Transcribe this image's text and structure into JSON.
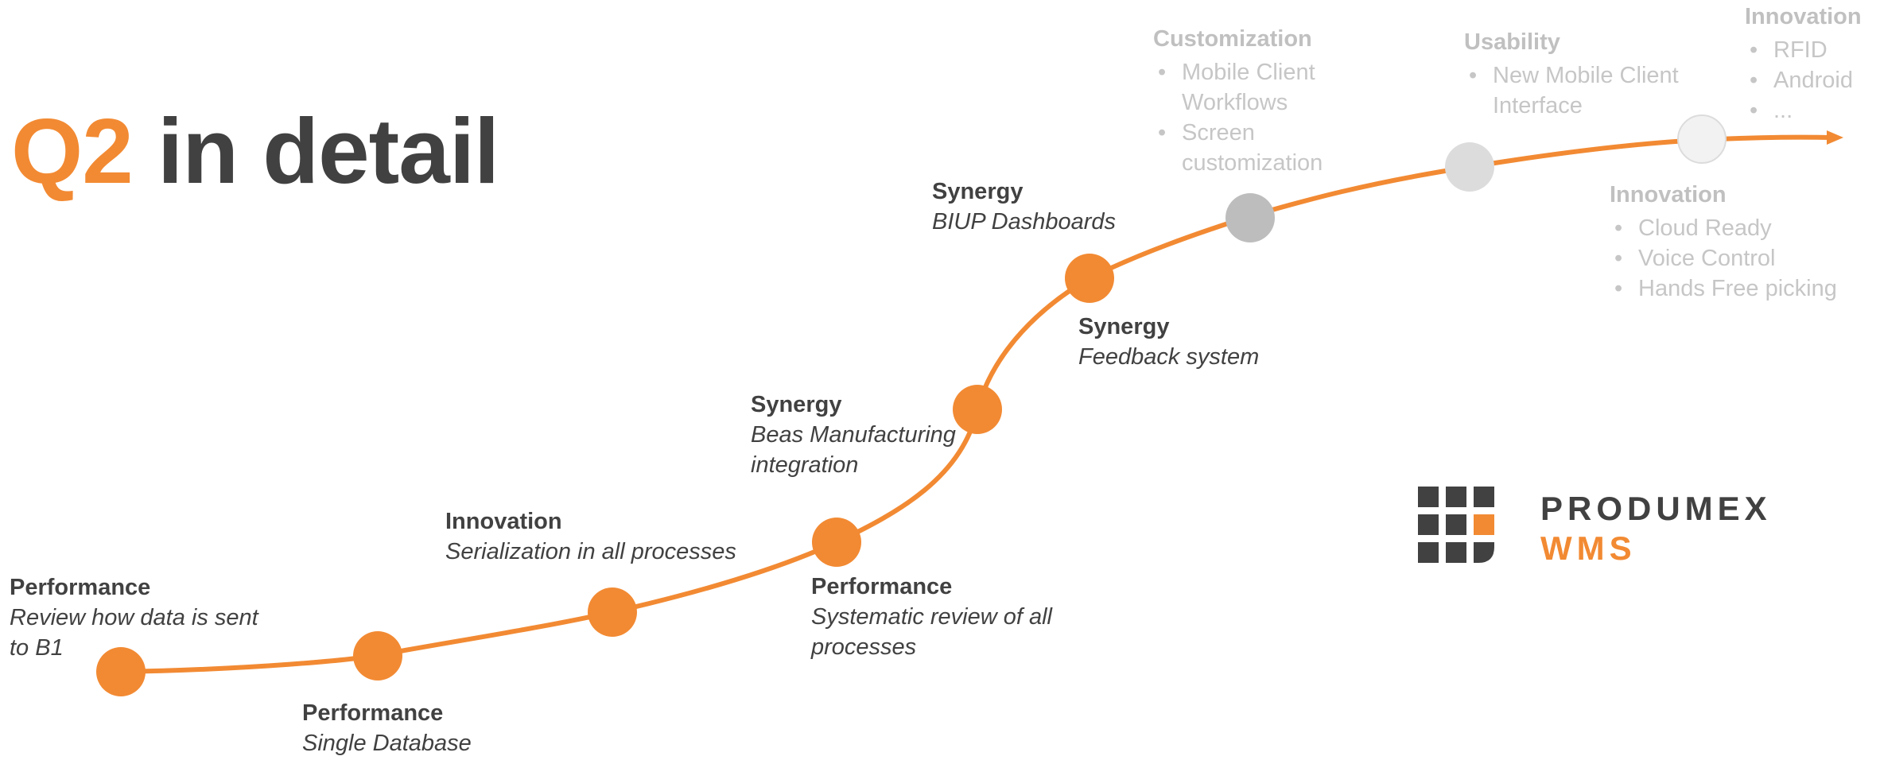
{
  "title": {
    "highlight": "Q2",
    "rest": "in detail"
  },
  "colors": {
    "accent": "#F28A33",
    "text": "#414141",
    "future_text": "#C6C6C6",
    "node_done": "#F28A33",
    "node_next": "#BDBDBD",
    "node_later": "#DCDCDC",
    "node_last": "#F2F2F2"
  },
  "milestones": [
    {
      "heading": "Performance",
      "description": "Review how data is sent\nto B1"
    },
    {
      "heading": "Performance",
      "description": "Single Database"
    },
    {
      "heading": "Innovation",
      "description": "Serialization in all processes"
    },
    {
      "heading": "Performance",
      "description": "Systematic review of all\nprocesses"
    },
    {
      "heading": "Synergy",
      "description": "Beas Manufacturing\nintegration"
    },
    {
      "heading": "Synergy",
      "description": "Feedback system"
    },
    {
      "heading": "Synergy",
      "description": "BIUP Dashboards"
    }
  ],
  "future": [
    {
      "heading": "Customization",
      "items": [
        "Mobile Client\nWorkflows",
        "Screen\ncustomization"
      ]
    },
    {
      "heading": "Usability",
      "items": [
        "New Mobile Client\nInterface"
      ]
    },
    {
      "heading": "Innovation",
      "items": [
        "RFID",
        "Android",
        "..."
      ]
    },
    {
      "heading": "Innovation",
      "items": [
        "Cloud Ready",
        "Voice Control",
        "Hands Free picking"
      ]
    }
  ],
  "logo": {
    "name": "PRODUMEX",
    "product": "WMS"
  }
}
